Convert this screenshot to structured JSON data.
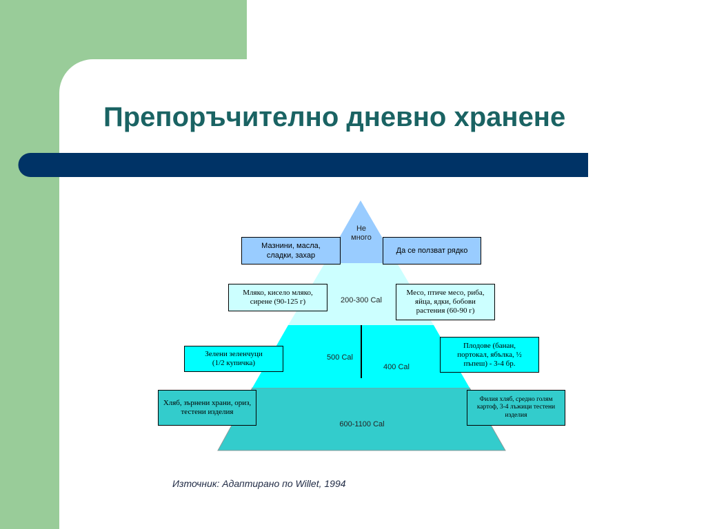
{
  "slide": {
    "title": "Препоръчително дневно хранене",
    "source": "Източник: Адаптирано по Willet, 1994",
    "colors": {
      "green_band": "#99cc99",
      "navy_bar": "#003366",
      "title": "#1a6363",
      "tier_top": "#99ccff",
      "tier_2": "#ccffff",
      "tier_3": "#00ffff",
      "tier_base": "#33cccc"
    }
  },
  "pyramid": {
    "top": {
      "label_line1": "Не",
      "label_line2": "много"
    },
    "tier2": {
      "label": "200-300 Cal"
    },
    "tier3": {
      "left_label": "500 Cal",
      "right_label": "400 Cal"
    },
    "base": {
      "label": "600-1100 Cal"
    }
  },
  "callouts": {
    "fats": "Мазнини, масла, сладки, захар",
    "rarely": "Да се ползват рядко",
    "dairy": "Мляко, кисело мляко, сирене (90-125 г)",
    "meat": "Месо, птиче месо, риба, яйца, ядки, бобови растения (60-90 г)",
    "greens": "Зелени зеленчуци (1/2 купичка)",
    "fruit": "Плодове (банан, портокал, ябълка, ½ пъпеш) - 3-4 бр.",
    "grains": "Хляб, зърнени храни, ориз, тестени изделия",
    "servings": "Филия хляб, средно голям картоф, 3-4 лъжици тестени изделия"
  }
}
